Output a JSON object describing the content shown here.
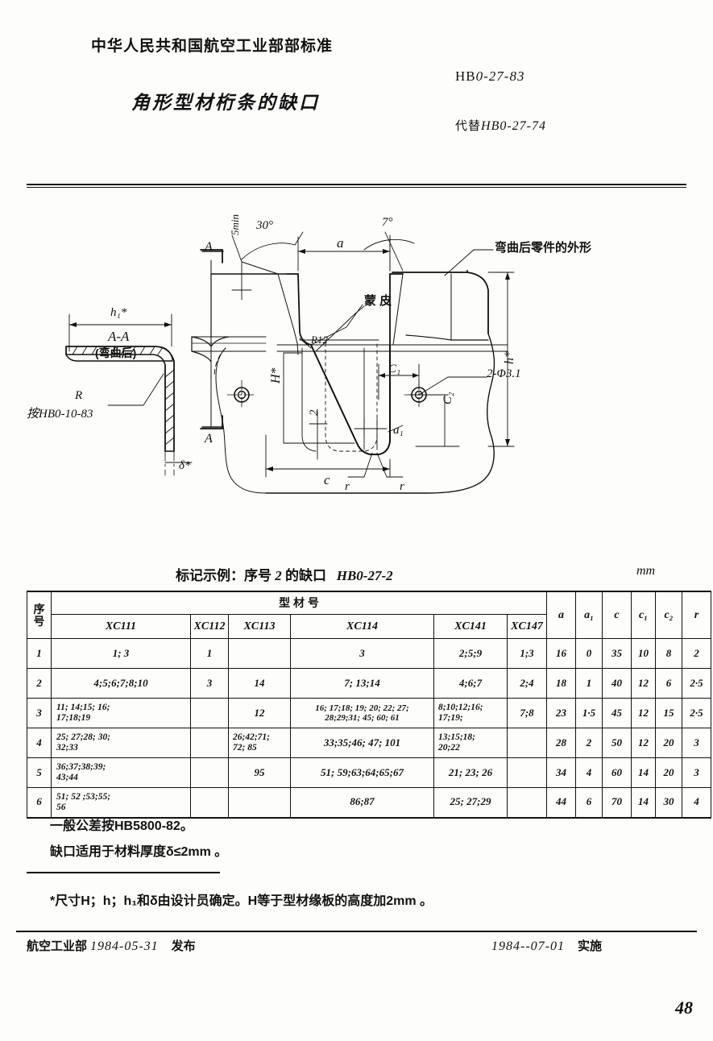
{
  "header": {
    "ministry": "中华人民共和国航空工业部部标准",
    "title": "角形型材桁条的缺口",
    "std_prefix": "HB",
    "std_code": "0-27-83",
    "replace_label": "代替",
    "replace_code": "HB0-27-74"
  },
  "drawing": {
    "section_label": "A-A",
    "section_note": "(弯曲后)",
    "view_mark_top": "A",
    "view_mark_bottom": "A",
    "dim_h1": "h₁*",
    "dim_delta": "δ*",
    "dim_R": "R",
    "ref_note_R": "按HB0-10-83",
    "angle_30": "30°",
    "angle_7": "7°",
    "dim_5min": "5min",
    "dim_a": "a",
    "dim_a1": "a₁",
    "dim_c": "c",
    "dim_c1": "C₁",
    "dim_c2": "C₂",
    "dim_r_left": "r",
    "dim_r_right": "r",
    "dim_H": "H*",
    "dim_h": "h*",
    "dim_2": "2",
    "dim_R12": "R12",
    "label_skin": "蒙 皮",
    "label_outline": "弯曲后零件的外形",
    "hole_note": "2-Φ3.1"
  },
  "table": {
    "caption_cn": "标记示例：序号",
    "caption_num": "2",
    "caption_cn2": "的缺口",
    "caption_code": "HB0-27-2",
    "unit": "mm",
    "col_group_profile": "型    材    号",
    "col_seq_line1": "序",
    "col_seq_line2": "号",
    "columns": [
      "XC111",
      "XC112",
      "XC113",
      "XC114",
      "XC141",
      "XC147",
      "a",
      "a₁",
      "c",
      "c₁",
      "c₂",
      "r"
    ],
    "rows": [
      {
        "seq": "1",
        "xc111": "1; 3",
        "xc112": "1",
        "xc113": "",
        "xc114": "3",
        "xc141": "2;5;9",
        "xc147": "1;3",
        "a": "16",
        "a1": "0",
        "c": "35",
        "c1": "10",
        "c2": "8",
        "r": "2"
      },
      {
        "seq": "2",
        "xc111": "4;5;6;7;8;10",
        "xc112": "3",
        "xc113": "14",
        "xc114": "7; 13;14",
        "xc141": "4;6;7",
        "xc147": "2;4",
        "a": "18",
        "a1": "1",
        "c": "40",
        "c1": "12",
        "c2": "6",
        "r": "2·5"
      },
      {
        "seq": "3",
        "xc111": "11; 14;15; 16;\n17;18;19",
        "xc112": "",
        "xc113": "12",
        "xc114": "16; 17;18; 19; 20; 22; 27;\n28;29;31; 45; 60; 61",
        "xc141": "8;10;12;16;\n17;19;",
        "xc147": "7;8",
        "a": "23",
        "a1": "1·5",
        "c": "45",
        "c1": "12",
        "c2": "15",
        "r": "2·5"
      },
      {
        "seq": "4",
        "xc111": "25; 27;28; 30;\n32;33",
        "xc112": "",
        "xc113": "26;42;71;\n72; 85",
        "xc114": "33;35;46; 47; 101",
        "xc141": "13;15;18;\n20;22",
        "xc147": "",
        "a": "28",
        "a1": "2",
        "c": "50",
        "c1": "12",
        "c2": "20",
        "r": "3"
      },
      {
        "seq": "5",
        "xc111": "36;37;38;39;\n43;44",
        "xc112": "",
        "xc113": "95",
        "xc114": "51; 59;63;64;65;67",
        "xc141": "21; 23; 26",
        "xc147": "",
        "a": "34",
        "a1": "4",
        "c": "60",
        "c1": "14",
        "c2": "20",
        "r": "3"
      },
      {
        "seq": "6",
        "xc111": "51; 52 ;53;55;\n56",
        "xc112": "",
        "xc113": "",
        "xc114": "86;87",
        "xc141": "25; 27;29",
        "xc147": "",
        "a": "44",
        "a1": "6",
        "c": "70",
        "c1": "14",
        "c2": "30",
        "r": "4"
      }
    ]
  },
  "notes": {
    "line1": "一般公差按HB5800-82。",
    "line2": "缺口适用于材料厚度δ≤2mm 。",
    "footnote": "*尺寸H；h；h₁和δ由设计员确定。H等于型材缘板的高度加2mm 。"
  },
  "footer": {
    "issuer": "航空工业部",
    "issue_date": "1984-05-31",
    "issue_label": "发布",
    "effect_date": "1984--07-01",
    "effect_label": "实施",
    "page_number": "48"
  }
}
